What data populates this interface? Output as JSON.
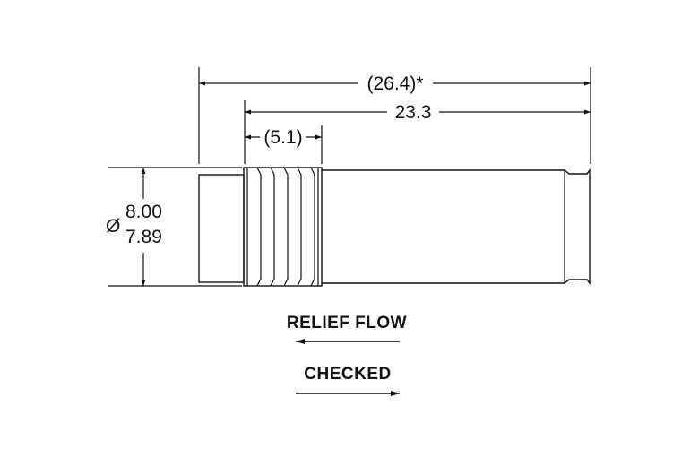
{
  "dimensions": {
    "overall_length": "(26.4)*",
    "body_length": "23.3",
    "groove_length": "(5.1)",
    "diameter_symbol": "Ø",
    "diameter_max": "8.00",
    "diameter_min": "7.89"
  },
  "flow_notes": {
    "relief_label": "RELIEF FLOW",
    "relief_direction": "left",
    "checked_label": "CHECKED",
    "checked_direction": "right"
  }
}
